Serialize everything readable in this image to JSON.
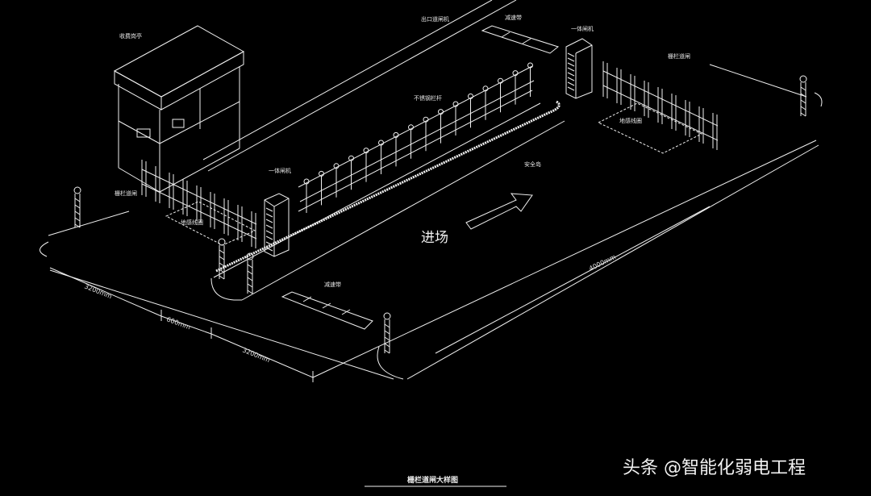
{
  "labels": {
    "guard_booth": "收费岗亭",
    "exit_barrier": "出口道闸机",
    "speed_bump_top": "减速带",
    "ticket_machine_top": "一体闸机",
    "fence_gate_right": "栅栏道闸",
    "stainless_fence": "不锈钢栏杆",
    "ground_loop_right": "地感线圈",
    "island": "安全岛",
    "ticket_machine_left": "一体闸机",
    "fence_gate_left": "栅栏道闸",
    "ground_loop_left": "地感线圈",
    "entry": "进场",
    "speed_bump_bottom": "减速带"
  },
  "dimensions": {
    "d1": "3200mm",
    "d2": "600mm",
    "d3": "3200mm",
    "d4": "4000mm"
  },
  "caption": "栅栏道闸大样图",
  "watermark": "头条 @智能化弱电工程"
}
